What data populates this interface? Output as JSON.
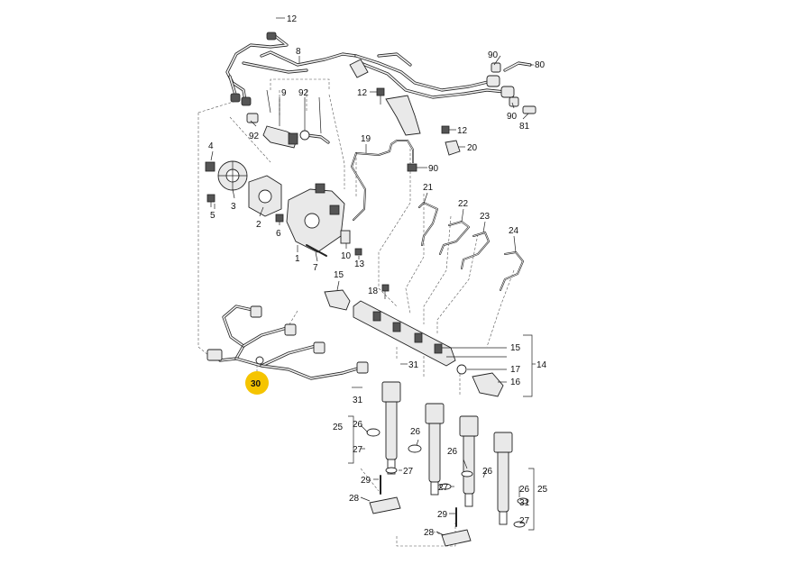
{
  "callouts": {
    "c12a": "12",
    "c8": "8",
    "c9": "9",
    "c92a": "92",
    "c92b": "92",
    "c90a": "90",
    "c80": "80",
    "c12b": "12",
    "c90b": "90",
    "c81": "81",
    "c12c": "12",
    "c20": "20",
    "c19": "19",
    "c90c": "90",
    "c4": "4",
    "c3": "3",
    "c5": "5",
    "c2": "2",
    "c6": "6",
    "c1": "1",
    "c7": "7",
    "c10": "10",
    "c13": "13",
    "c21": "21",
    "c22": "22",
    "c23": "23",
    "c24": "24",
    "c15a": "15",
    "c18": "18",
    "c15b": "15",
    "c14": "14",
    "c17": "17",
    "c16": "16",
    "c31a": "31",
    "c30": "30",
    "c31b": "31",
    "c25a": "25",
    "c26a": "26",
    "c27a": "27",
    "c26b": "26",
    "c29a": "29",
    "c27b": "27",
    "c28a": "28",
    "c26c": "26",
    "c27c": "27",
    "c26d": "26",
    "c25b": "25",
    "c31c": "31",
    "c27d": "27",
    "c29b": "29",
    "c28b": "28"
  },
  "highlight": {
    "part": "30",
    "color": "#f5c400"
  }
}
